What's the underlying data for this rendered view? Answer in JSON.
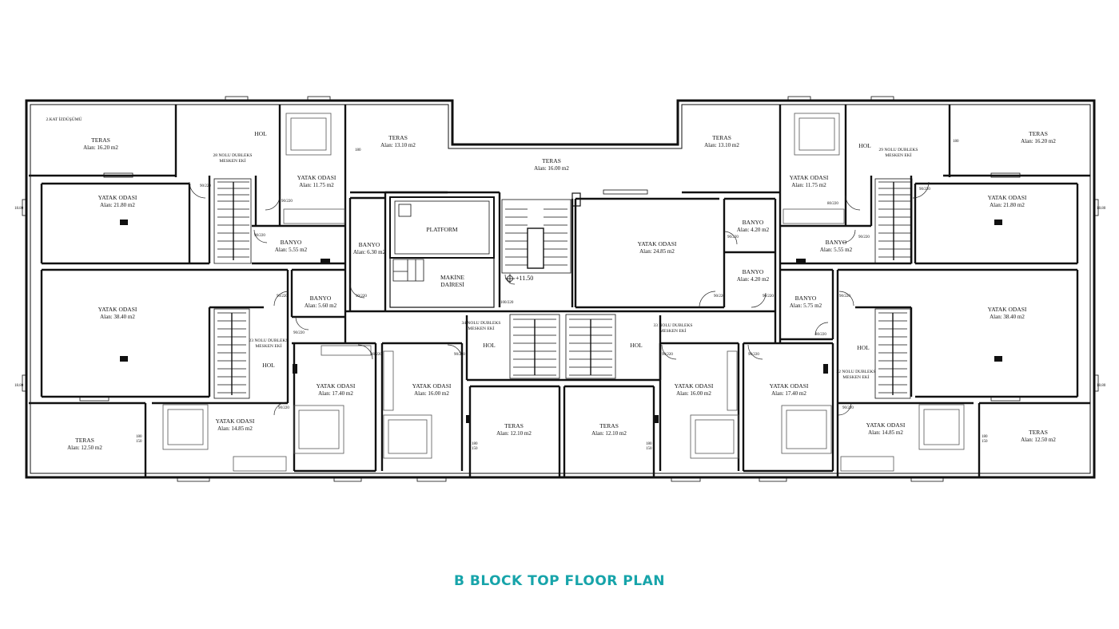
{
  "plan": {
    "title": "B BLOCK TOP FLOOR PLAN",
    "projection_note": "2.KAT İZDÜŞÜMÜ",
    "elevation": "+11.50",
    "accent_color": "#17a4aa",
    "rooms": [
      {
        "name": "TERAS",
        "area": "Alan: 16.20 m2"
      },
      {
        "name": "HOL",
        "area": ""
      },
      {
        "name": "YATAK ODASI",
        "area": "Alan: 11.75 m2"
      },
      {
        "name": "TERAS",
        "area": "Alan: 13.10 m2"
      },
      {
        "name": "TERAS",
        "area": "Alan: 16.00 m2"
      },
      {
        "name": "TERAS",
        "area": "Alan: 13.10 m2"
      },
      {
        "name": "YATAK ODASI",
        "area": "Alan: 11.75 m2"
      },
      {
        "name": "HOL",
        "area": ""
      },
      {
        "name": "TERAS",
        "area": "Alan: 16.20 m2"
      },
      {
        "name": "YATAK ODASI",
        "area": "Alan: 21.80 m2"
      },
      {
        "name": "BANYO",
        "area": "Alan: 5.55 m2"
      },
      {
        "name": "BANYO",
        "area": "Alan: 6.30 m2"
      },
      {
        "name": "PLATFORM",
        "area": ""
      },
      {
        "name": "MAKİNE",
        "area": "DAİRESİ"
      },
      {
        "name": "YATAK ODASI",
        "area": "Alan: 24.85 m2"
      },
      {
        "name": "BANYO",
        "area": "Alan: 4.20 m2"
      },
      {
        "name": "BANYO",
        "area": "Alan: 4.20 m2"
      },
      {
        "name": "BANYO",
        "area": "Alan: 5.55 m2"
      },
      {
        "name": "YATAK ODASI",
        "area": "Alan: 21.80 m2"
      },
      {
        "name": "YATAK ODASI",
        "area": "Alan: 38.40 m2"
      },
      {
        "name": "BANYO",
        "area": "Alan: 5.60 m2"
      },
      {
        "name": "HOL",
        "area": ""
      },
      {
        "name": "HOL",
        "area": ""
      },
      {
        "name": "HOL",
        "area": ""
      },
      {
        "name": "BANYO",
        "area": "Alan: 5.75 m2"
      },
      {
        "name": "HOL",
        "area": ""
      },
      {
        "name": "YATAK ODASI",
        "area": "Alan: 38.40 m2"
      },
      {
        "name": "YATAK ODASI",
        "area": "Alan: 17.40 m2"
      },
      {
        "name": "YATAK ODASI",
        "area": "Alan: 16.00 m2"
      },
      {
        "name": "YATAK ODASI",
        "area": "Alan: 16.00 m2"
      },
      {
        "name": "YATAK ODASI",
        "area": "Alan: 17.40 m2"
      },
      {
        "name": "TERAS",
        "area": "Alan: 12.10 m2"
      },
      {
        "name": "TERAS",
        "area": "Alan: 12.10 m2"
      },
      {
        "name": "TERAS",
        "area": "Alan: 12.50 m2"
      },
      {
        "name": "YATAK ODASI",
        "area": "Alan: 14.85 m2"
      },
      {
        "name": "YATAK ODASI",
        "area": "Alan: 14.85 m2"
      },
      {
        "name": "TERAS",
        "area": "Alan: 12.50 m2"
      }
    ],
    "unit_notes": [
      {
        "line1": "28 NOLU DUBLEKS",
        "line2": "MESKEN EKİ"
      },
      {
        "line1": "29 NOLU DUBLEKS",
        "line2": "MESKEN EKİ"
      },
      {
        "line1": "34 NOLU DUBLEKS",
        "line2": "MESKEN EKİ"
      },
      {
        "line1": "33 NOLU DUBLEKS",
        "line2": "MESKEN EKİ"
      },
      {
        "line1": "23 NOLU DUBLEKS",
        "line2": "MESKEN EKİ"
      },
      {
        "line1": "32 NOLU DUBLEKS",
        "line2": "MESKEN EKİ"
      }
    ],
    "dimensions": {
      "door_90": "90/220",
      "door_80": "80/220",
      "door_100": "100/220",
      "window_180": "180",
      "window_150": "150",
      "side_1880": "18.80"
    }
  }
}
